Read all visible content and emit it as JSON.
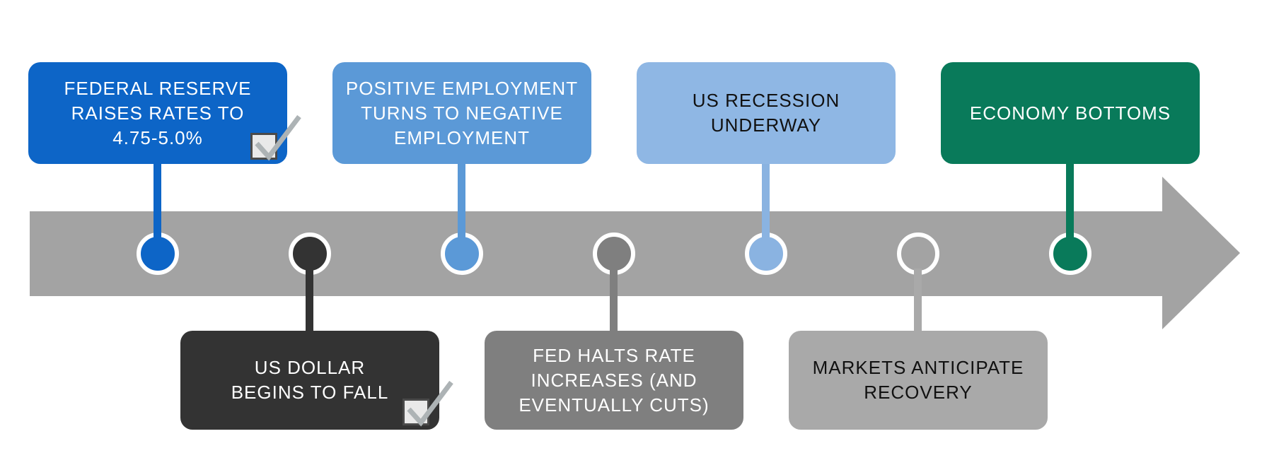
{
  "diagram": {
    "type": "timeline",
    "direction": "left-to-right",
    "band_color": "#a3a3a3",
    "arrow_color": "#a3a3a3",
    "ring_color": "#ffffff",
    "background_color": "#ffffff"
  },
  "ui": {
    "checkmark_color": "#adb3b5",
    "checkbox_fill": "#e9e9e9",
    "checkbox_border": "#4a4a4a"
  },
  "events": [
    {
      "name": "fed-raises-rates",
      "lines": [
        "FEDERAL RESERVE",
        "RAISES RATES TO",
        "4.75-5.0%"
      ],
      "side": "above",
      "color": "#0d65c7",
      "dot_color": "#0d65c7",
      "text_color": "#ffffff",
      "checked": true
    },
    {
      "name": "us-dollar-falls",
      "lines": [
        "US DOLLAR",
        "BEGINS TO FALL"
      ],
      "side": "below",
      "color": "#333333",
      "dot_color": "#333333",
      "text_color": "#ffffff",
      "checked": true
    },
    {
      "name": "employment-turns-negative",
      "lines": [
        "POSITIVE EMPLOYMENT",
        "TURNS TO NEGATIVE",
        "EMPLOYMENT"
      ],
      "side": "above",
      "color": "#5b99d7",
      "dot_color": "#5b99d7",
      "text_color": "#ffffff",
      "checked": false
    },
    {
      "name": "fed-halts-rate-increases",
      "lines": [
        "FED HALTS RATE",
        "INCREASES (AND",
        "EVENTUALLY CUTS)"
      ],
      "side": "below",
      "color": "#7f7f7f",
      "dot_color": "#7f7f7f",
      "text_color": "#ffffff",
      "checked": false
    },
    {
      "name": "us-recession-underway",
      "lines": [
        "US RECESSION",
        "UNDERWAY"
      ],
      "side": "above",
      "color": "#8fb7e4",
      "dot_color": "#8ab3e1",
      "text_color": "#111111",
      "checked": false
    },
    {
      "name": "markets-anticipate-recovery",
      "lines": [
        "MARKETS ANTICIPATE",
        "RECOVERY"
      ],
      "side": "below",
      "color": "#a9a9a9",
      "dot_color": "#a3a3a3",
      "text_color": "#111111",
      "checked": false
    },
    {
      "name": "economy-bottoms",
      "lines": [
        "ECONOMY BOTTOMS"
      ],
      "side": "above",
      "color": "#097a5a",
      "dot_color": "#097a5a",
      "text_color": "#ffffff",
      "checked": false
    }
  ]
}
